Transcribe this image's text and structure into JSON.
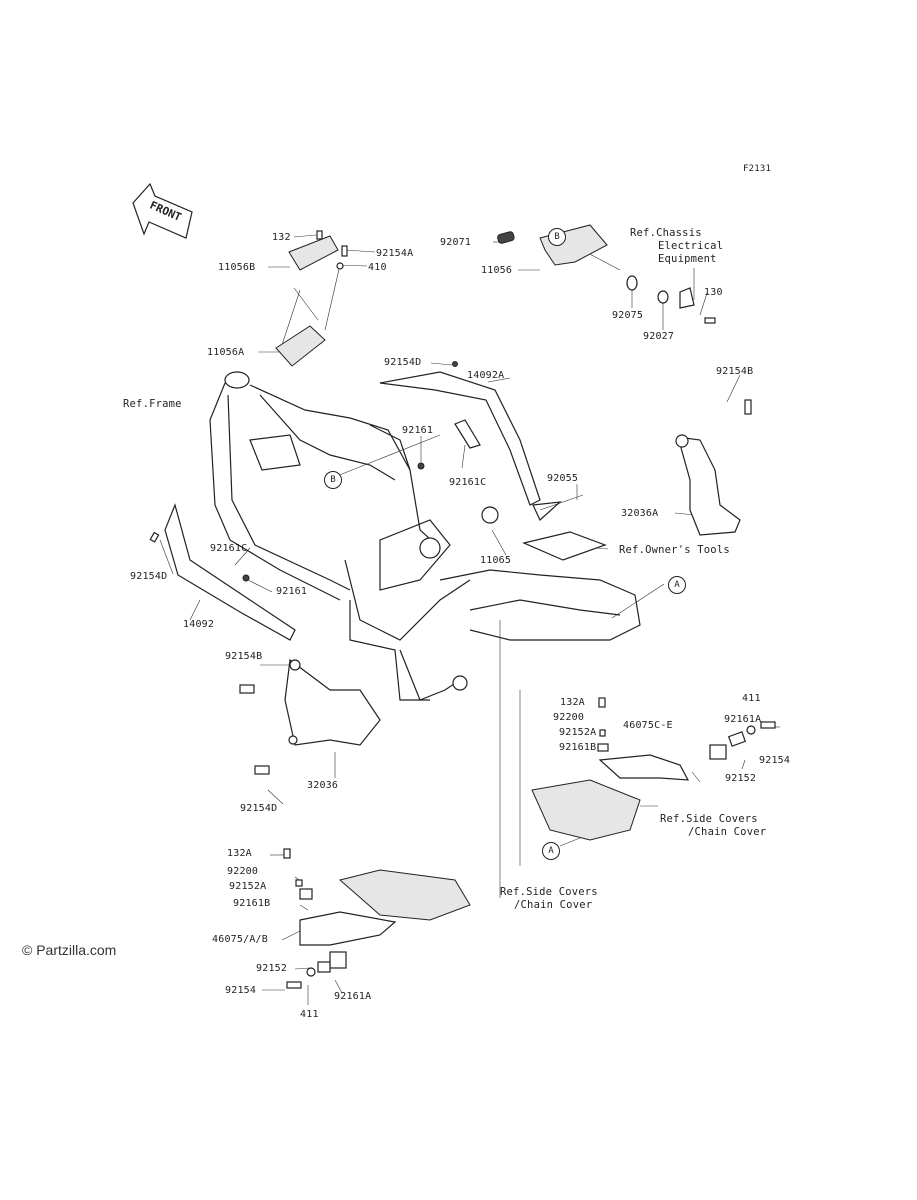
{
  "diagram_code": "F2131",
  "direction_marker": "FRONT",
  "watermark": "© Partzilla.com",
  "footer_text": "",
  "callouts": {
    "a": "A",
    "b": "B"
  },
  "parts": [
    {
      "id": "p132",
      "label": "132"
    },
    {
      "id": "p11056b",
      "label": "11056B"
    },
    {
      "id": "p92154a",
      "label": "92154A"
    },
    {
      "id": "p410",
      "label": "410"
    },
    {
      "id": "p11056a",
      "label": "11056A"
    },
    {
      "id": "p92071",
      "label": "92071"
    },
    {
      "id": "p11056",
      "label": "11056"
    },
    {
      "id": "p92075",
      "label": "92075"
    },
    {
      "id": "p92027",
      "label": "92027"
    },
    {
      "id": "p130",
      "label": "130"
    },
    {
      "id": "p92154d_top",
      "label": "92154D"
    },
    {
      "id": "p14092a",
      "label": "14092A"
    },
    {
      "id": "p92154b_right",
      "label": "92154B"
    },
    {
      "id": "p92161_top",
      "label": "92161"
    },
    {
      "id": "p92161c_top",
      "label": "92161C"
    },
    {
      "id": "p92055",
      "label": "92055"
    },
    {
      "id": "p32036a",
      "label": "32036A"
    },
    {
      "id": "p11065",
      "label": "11065"
    },
    {
      "id": "p92161c_left",
      "label": "92161C"
    },
    {
      "id": "p92154d_left",
      "label": "92154D"
    },
    {
      "id": "p92161_left",
      "label": "92161"
    },
    {
      "id": "p14092",
      "label": "14092"
    },
    {
      "id": "p92154b_left",
      "label": "92154B"
    },
    {
      "id": "p32036",
      "label": "32036"
    },
    {
      "id": "p92154d_bottom",
      "label": "92154D"
    },
    {
      "id": "p132a_r",
      "label": "132A"
    },
    {
      "id": "p92200_r",
      "label": "92200"
    },
    {
      "id": "p92152a_r",
      "label": "92152A"
    },
    {
      "id": "p92161b_r",
      "label": "92161B"
    },
    {
      "id": "p46075ce",
      "label": "46075C-E"
    },
    {
      "id": "p411_r",
      "label": "411"
    },
    {
      "id": "p92161a_r",
      "label": "92161A"
    },
    {
      "id": "p92154_r",
      "label": "92154"
    },
    {
      "id": "p92152_r",
      "label": "92152"
    },
    {
      "id": "p132a_l",
      "label": "132A"
    },
    {
      "id": "p92200_l",
      "label": "92200"
    },
    {
      "id": "p92152a_l",
      "label": "92152A"
    },
    {
      "id": "p92161b_l",
      "label": "92161B"
    },
    {
      "id": "p46075ab",
      "label": "46075/A/B"
    },
    {
      "id": "p92152_l",
      "label": "92152"
    },
    {
      "id": "p92154_l",
      "label": "92154"
    },
    {
      "id": "p411_l",
      "label": "411"
    },
    {
      "id": "p92161a_l",
      "label": "92161A"
    }
  ],
  "references": [
    {
      "id": "ref_chassis",
      "lines": [
        "Ref.Chassis",
        "Electrical",
        "Equipment"
      ]
    },
    {
      "id": "ref_frame",
      "lines": [
        "Ref.Frame"
      ]
    },
    {
      "id": "ref_tools",
      "lines": [
        "Ref.Owner's Tools"
      ]
    },
    {
      "id": "ref_side_r",
      "lines": [
        "Ref.Side Covers",
        "/Chain Cover"
      ]
    },
    {
      "id": "ref_side_l",
      "lines": [
        "Ref.Side Covers",
        "/Chain Cover"
      ]
    }
  ]
}
